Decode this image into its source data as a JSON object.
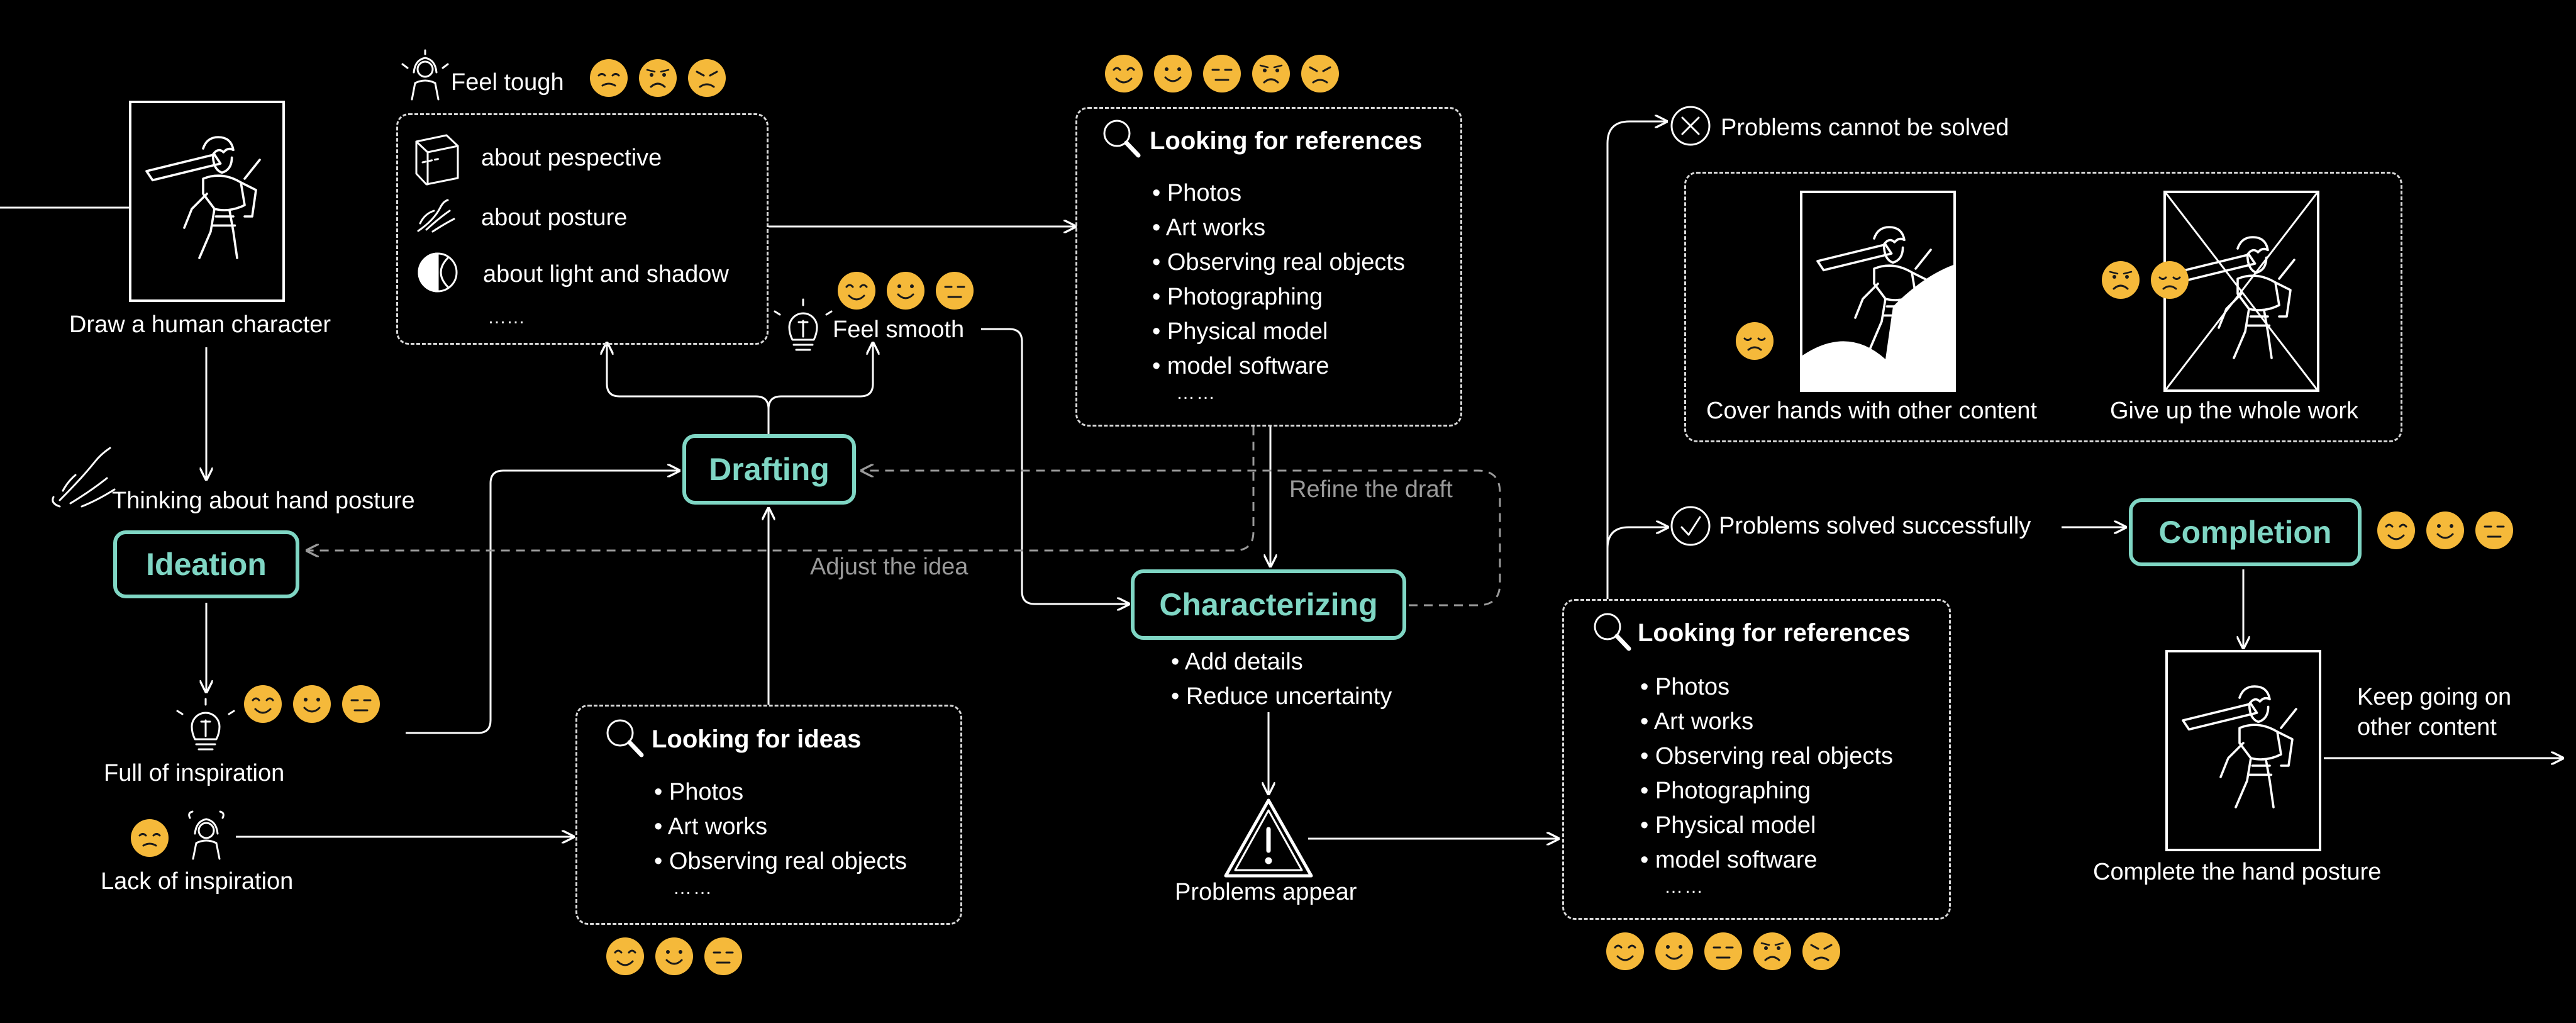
{
  "start": {
    "caption": "Draw a human character"
  },
  "thinking": {
    "label": "Thinking about hand posture"
  },
  "stages": {
    "ideation": "Ideation",
    "drafting": "Drafting",
    "characterizing": "Characterizing",
    "completion": "Completion"
  },
  "inspiration": {
    "full": "Full of inspiration",
    "lack": "Lack of inspiration"
  },
  "feel_tough": {
    "label": "Feel tough",
    "items": [
      "about pespective",
      "about posture",
      "about light and shadow"
    ],
    "more": "……"
  },
  "feel_smooth": {
    "label": "Feel smooth"
  },
  "refs_top": {
    "title": "Looking for references",
    "items": [
      "Photos",
      "Art works",
      "Observing real objects",
      "Photographing",
      "Physical model",
      "model software"
    ],
    "more": "……"
  },
  "ideas": {
    "title": "Looking for ideas",
    "items": [
      "Photos",
      "Art works",
      "Observing real objects"
    ],
    "more": "……"
  },
  "loop_labels": {
    "refine": "Refine the draft",
    "adjust": "Adjust the idea"
  },
  "characterizing_notes": [
    "Add details",
    "Reduce uncertainty"
  ],
  "problems": {
    "appear": "Problems appear"
  },
  "refs_bottom": {
    "title": "Looking for references",
    "items": [
      "Photos",
      "Art works",
      "Observing real objects",
      "Photographing",
      "Physical model",
      "model software"
    ],
    "more": "……"
  },
  "outcomes": {
    "fail": "Problems cannot be solved",
    "cover": "Cover hands with other content",
    "giveup": "Give up the whole work",
    "success": "Problems solved successfully"
  },
  "final": {
    "caption": "Complete the hand posture",
    "keep_going_line1": "Keep going on",
    "keep_going_line2": "other content"
  },
  "colors": {
    "accent": "#7fd6c4",
    "emoji": "#f5b93a",
    "dashed": "#d8d8d8",
    "muted": "#9a9a9a"
  },
  "emoji_sets": {
    "feel_tough": [
      "anxious",
      "frown",
      "angry"
    ],
    "refs_top": [
      "smile",
      "happy",
      "neutral",
      "frown",
      "angry"
    ],
    "feel_smooth": [
      "smile",
      "happy",
      "neutral"
    ],
    "full_inspiration": [
      "smile",
      "happy",
      "neutral"
    ],
    "lack_inspiration": [
      "anxious"
    ],
    "ideas": [
      "smile",
      "happy",
      "neutral"
    ],
    "cover": [
      "sad"
    ],
    "giveup": [
      "frown",
      "sad"
    ],
    "completion": [
      "smile",
      "happy",
      "neutral"
    ],
    "refs_bottom": [
      "smile",
      "happy",
      "neutral",
      "frown",
      "angry"
    ]
  }
}
